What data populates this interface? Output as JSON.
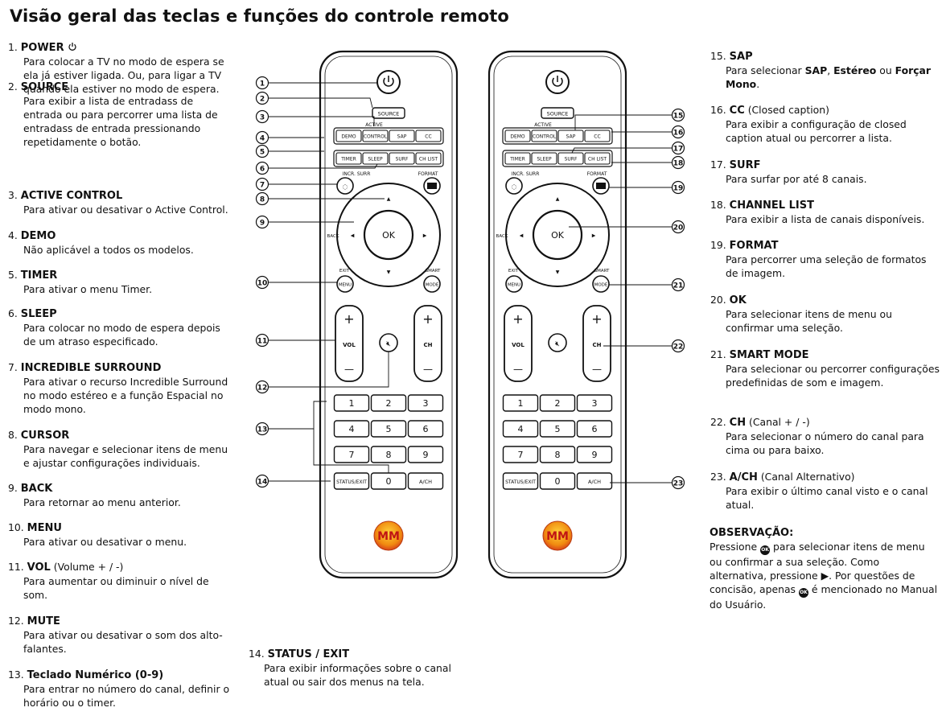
{
  "title": "Visão geral das teclas e funções do controle remoto",
  "items_left": [
    {
      "n": "1.",
      "title": "POWER",
      "title_suffix": "",
      "icon": "power-icon",
      "body": "Para colocar a TV no modo de espera se ela já estiver ligada. Ou, para ligar a TV quando ela estiver no modo de espera."
    },
    {
      "n": "2.",
      "title": "SOURCE",
      "title_suffix": "",
      "body": "Para exibir a lista de entradass de entrada ou para percorrer uma lista de entradass de entrada pressionando repetidamente o botão."
    },
    {
      "n": "3.",
      "title": "ACTIVE CONTROL",
      "title_suffix": "",
      "body": "Para ativar ou desativar o Active Control."
    },
    {
      "n": "4.",
      "title": "DEMO",
      "title_suffix": "",
      "body": "Não aplicável a todos os modelos."
    },
    {
      "n": "5.",
      "title": "TIMER",
      "title_suffix": "",
      "body": "Para ativar o menu Timer."
    },
    {
      "n": "6.",
      "title": "SLEEP",
      "title_suffix": "",
      "body": "Para colocar no modo de espera depois de um atraso especificado."
    },
    {
      "n": "7.",
      "title": "INCREDIBLE SURROUND",
      "title_suffix": "",
      "body": "Para ativar o recurso Incredible Surround no modo estéreo e a função Espacial no modo mono."
    },
    {
      "n": "8.",
      "title": "CURSOR",
      "title_suffix": "",
      "body": "Para navegar e selecionar itens de menu e ajustar configurações individuais."
    },
    {
      "n": "9.",
      "title": "BACK",
      "title_suffix": "",
      "body": "Para retornar ao menu anterior."
    },
    {
      "n": "10.",
      "title": "MENU",
      "title_suffix": "",
      "body": "Para ativar ou desativar o menu."
    },
    {
      "n": "11.",
      "title": "VOL",
      "title_suffix": " (Volume + / -)",
      "body": "Para aumentar ou diminuir o nível de som."
    },
    {
      "n": "12.",
      "title": "MUTE",
      "title_suffix": "",
      "body": "Para ativar ou desativar o som dos alto-falantes."
    },
    {
      "n": "13.",
      "title": "Teclado Numérico (0-9)",
      "title_suffix": "",
      "body": "Para entrar no número do canal, definir o horário ou o timer."
    }
  ],
  "item_14": {
    "n": "14.",
    "title": "STATUS / EXIT",
    "title_suffix": "",
    "body": "Para exibir informações sobre o canal atual ou sair dos menus na tela."
  },
  "items_right": [
    {
      "n": "15.",
      "title": "SAP",
      "title_suffix": "",
      "body_pre": "Para selecionar ",
      "b1": "SAP",
      "mid1": ", ",
      "b2": "Estéreo",
      "mid2": " ou ",
      "b3": "Forçar Mono",
      "post": "."
    },
    {
      "n": "16.",
      "title": "CC",
      "title_suffix": " (Closed caption)",
      "body": "Para exibir a configuração de closed caption atual ou percorrer a lista."
    },
    {
      "n": "17.",
      "title": "SURF",
      "title_suffix": "",
      "body": "Para surfar por até 8 canais."
    },
    {
      "n": "18.",
      "title": "CHANNEL LIST",
      "title_suffix": "",
      "body": "Para exibir a lista de canais disponíveis."
    },
    {
      "n": "19.",
      "title": "FORMAT",
      "title_suffix": "",
      "body": "Para percorrer uma seleção de formatos de imagem."
    },
    {
      "n": "20.",
      "title": "OK",
      "title_suffix": "",
      "body": "Para selecionar itens de menu ou confirmar uma seleção."
    },
    {
      "n": "21.",
      "title": "SMART MODE",
      "title_suffix": "",
      "body": "Para selecionar ou percorrer configurações predefinidas de som e imagem."
    },
    {
      "n": "22.",
      "title": "CH",
      "title_suffix": " (Canal + / -)",
      "body": "Para selecionar o número do canal para cima ou para baixo."
    },
    {
      "n": "23.",
      "title": "A/CH",
      "title_suffix": " (Canal Alternativo)",
      "body": "Para exibir o último canal visto e o canal atual."
    }
  ],
  "note": {
    "heading": "OBSERVAÇÃO:",
    "p1": "Pressione ",
    "p2": " para selecionar itens de menu ou confirmar a sua seleção. Como alternativa, pressione ▶. Por questões de concisão, apenas ",
    "p3": " é mencionado no Manual do Usuário.",
    "ok_glyph": "OK"
  },
  "remote": {
    "source": "SOURCE",
    "active": "ACTIVE",
    "row1": [
      "DEMO",
      "CONTROL",
      "SAP",
      "CC"
    ],
    "row2": [
      "TIMER",
      "SLEEP",
      "SURF",
      "CH LIST"
    ],
    "incr": "INCR. SURR",
    "format": "FORMAT",
    "back": "BACK",
    "ok": "OK",
    "exit": "EXIT",
    "menu": "MENU",
    "smart": "SMART",
    "mode": "MODE",
    "vol": "VOL",
    "ch": "CH",
    "plus": "+",
    "minus": "—",
    "keys": [
      "1",
      "2",
      "3",
      "4",
      "5",
      "6",
      "7",
      "8",
      "9"
    ],
    "status": "STATUS/EXIT",
    "zero": "0",
    "ach": "A/CH",
    "logo": "MM"
  },
  "callouts_left": [
    "1",
    "2",
    "3",
    "4",
    "5",
    "6",
    "7",
    "8",
    "9",
    "10",
    "11",
    "12",
    "13",
    "14"
  ],
  "callouts_right": [
    "15",
    "16",
    "17",
    "18",
    "19",
    "20",
    "21",
    "22",
    "23"
  ]
}
